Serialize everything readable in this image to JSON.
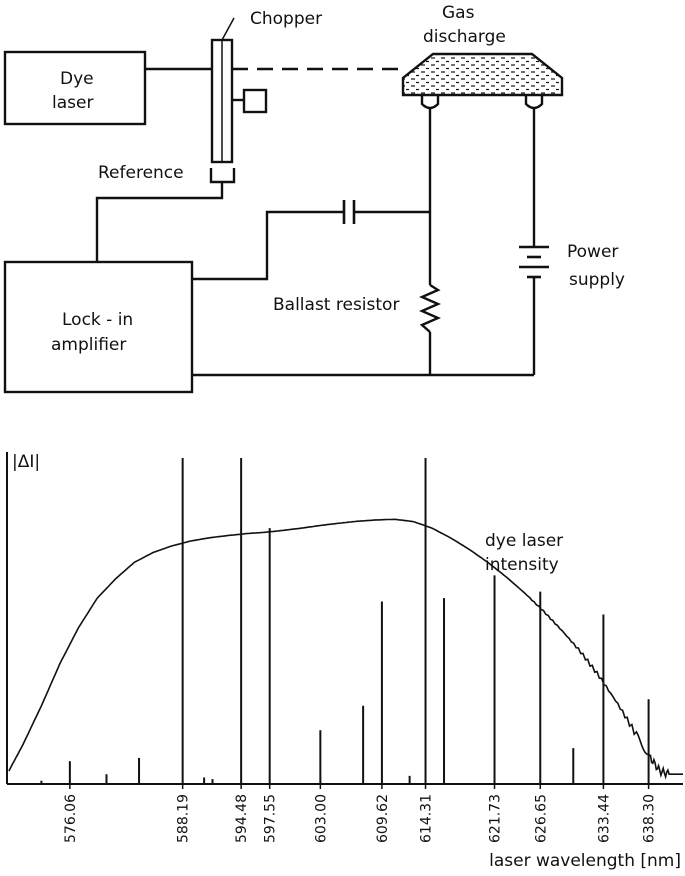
{
  "diagram": {
    "dye_laser_line1": "Dye",
    "dye_laser_line2": "laser",
    "chopper": "Chopper",
    "gas_line1": "Gas",
    "gas_line2": "discharge",
    "reference": "Reference",
    "lockin_line1": "Lock - in",
    "lockin_line2": "amplifier",
    "ballast": "Ballast resistor",
    "power_line1": "Power",
    "power_line2": "supply"
  },
  "chart_data": {
    "type": "line",
    "ylabel": "|ΔI|",
    "xlabel": "laser wavelength [nm]",
    "curve_label_line1": "dye laser",
    "curve_label_line2": "intensity",
    "xlim": [
      569.3,
      642.0
    ],
    "ylim": [
      0,
      1
    ],
    "tick_labels": [
      "576.06",
      "588.19",
      "594.48",
      "597.55",
      "603.00",
      "609.62",
      "614.31",
      "621.73",
      "626.65",
      "633.44",
      "638.30"
    ],
    "ticks": [
      576.06,
      588.19,
      594.48,
      597.55,
      603.0,
      609.62,
      614.31,
      621.73,
      626.65,
      633.44,
      638.3
    ],
    "series": [
      {
        "kind": "envelope",
        "x": [
          569.5,
          571,
          573,
          575,
          577,
          579,
          581,
          583,
          585,
          587,
          589,
          591,
          593,
          595,
          597,
          599,
          601,
          603,
          605,
          607,
          609,
          611,
          613,
          615,
          617,
          619,
          621,
          623,
          625,
          627,
          629,
          631,
          633,
          635,
          637,
          638.5,
          639.5,
          640.5
        ],
        "values": [
          0.04,
          0.12,
          0.24,
          0.37,
          0.48,
          0.57,
          0.63,
          0.68,
          0.71,
          0.73,
          0.745,
          0.755,
          0.762,
          0.768,
          0.772,
          0.778,
          0.785,
          0.793,
          0.8,
          0.806,
          0.81,
          0.812,
          0.805,
          0.785,
          0.755,
          0.72,
          0.68,
          0.635,
          0.585,
          0.53,
          0.47,
          0.405,
          0.33,
          0.245,
          0.15,
          0.08,
          0.04,
          0.03
        ]
      },
      {
        "kind": "lines",
        "x": [
          573.0,
          576.06,
          580.0,
          583.5,
          588.19,
          590.5,
          591.4,
          594.48,
          597.55,
          603.0,
          607.6,
          609.62,
          612.6,
          614.31,
          616.3,
          621.73,
          626.65,
          630.2,
          633.44,
          638.3
        ],
        "values": [
          0.01,
          0.07,
          0.03,
          0.08,
          1.0,
          0.02,
          0.015,
          1.0,
          0.785,
          0.165,
          0.24,
          0.56,
          0.025,
          1.0,
          0.57,
          0.64,
          0.59,
          0.11,
          0.52,
          0.26
        ]
      }
    ]
  }
}
